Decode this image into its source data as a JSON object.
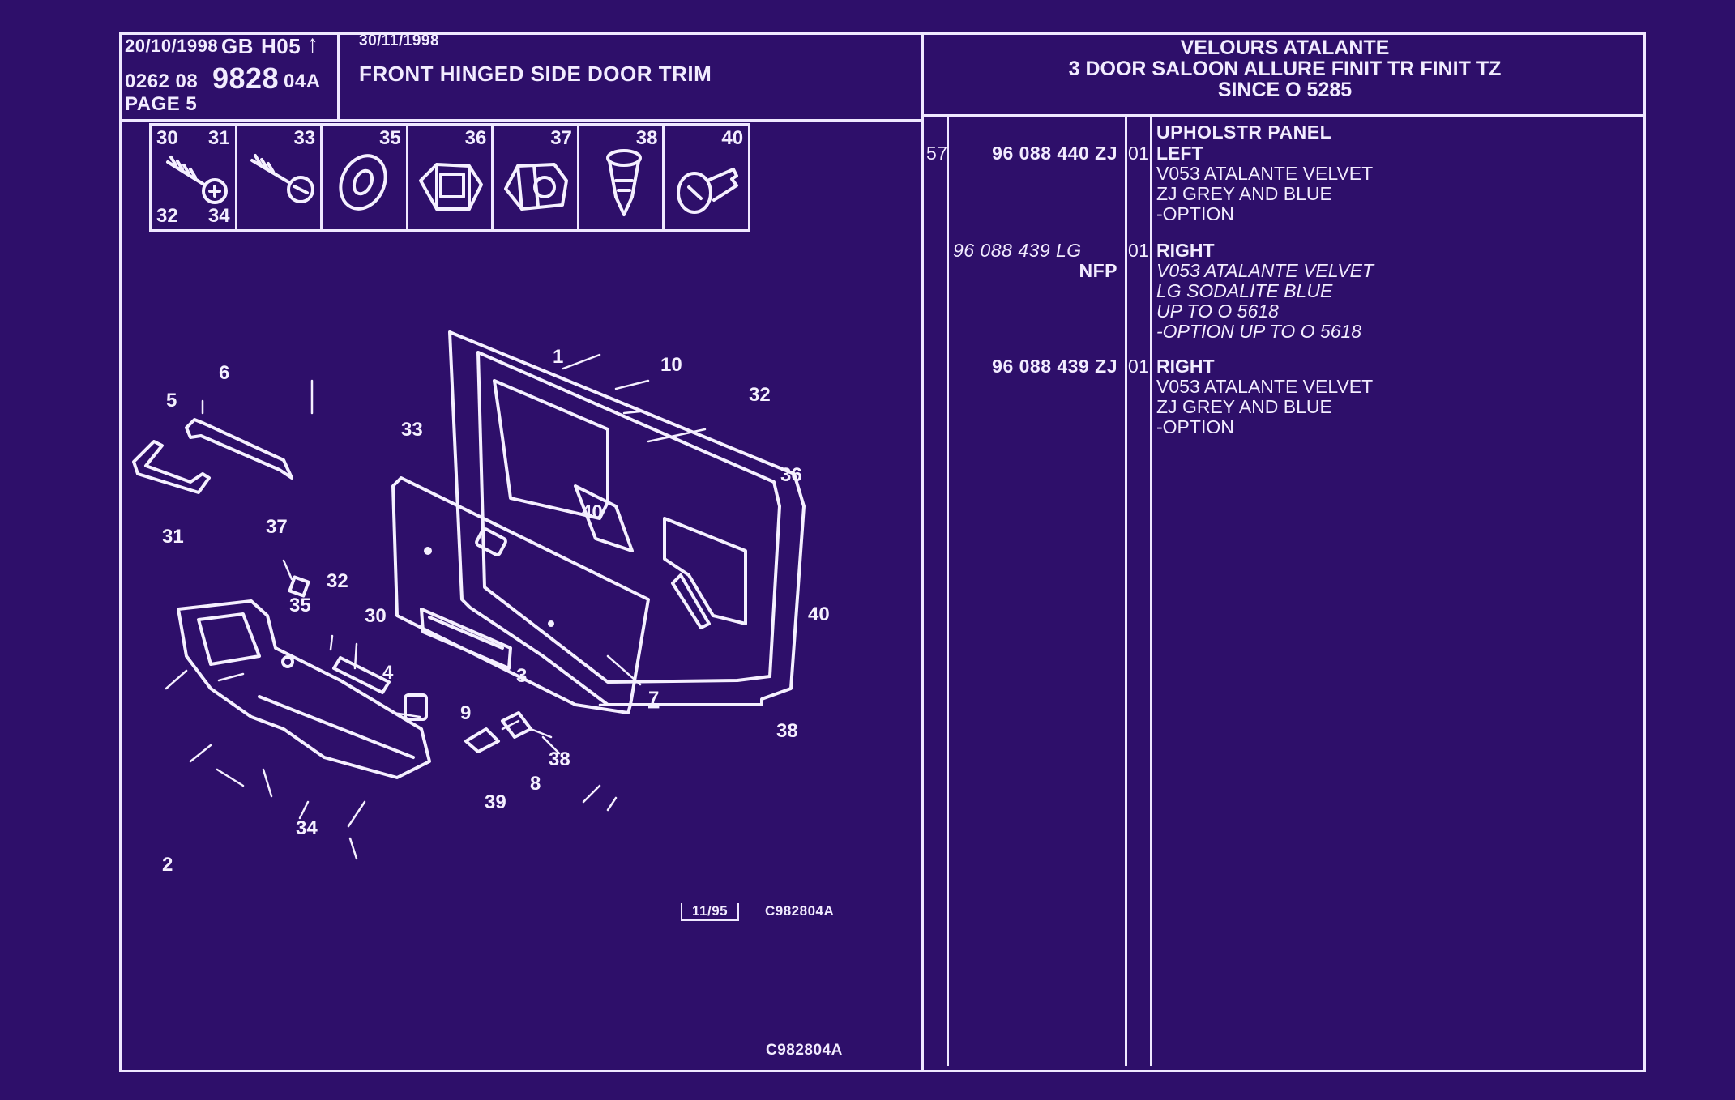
{
  "header": {
    "date1": "20/10/1998",
    "lang": "GB",
    "code": "H05",
    "arrow": "↑",
    "ref_prefix": "0262 08",
    "ref_main": "9828",
    "ref_suffix": "04A",
    "page": "PAGE 5",
    "date2": "30/11/1998",
    "section_title": "FRONT HINGED SIDE DOOR TRIM",
    "model_line1": "VELOURS ATALANTE",
    "model_line2": "3 DOOR SALOON ALLURE FINIT  TR FINIT  TZ",
    "model_line3": "SINCE O      5285"
  },
  "fastener_icons": [
    {
      "top_left": "30",
      "top_right": "31",
      "bottom_left": "32",
      "bottom_right": "34",
      "icon": "screw-icon"
    },
    {
      "top_left": "",
      "top_right": "33",
      "bottom_left": "",
      "bottom_right": "",
      "icon": "bolt-icon"
    },
    {
      "top_left": "",
      "top_right": "35",
      "bottom_left": "",
      "bottom_right": "",
      "icon": "washer-icon"
    },
    {
      "top_left": "",
      "top_right": "36",
      "bottom_left": "",
      "bottom_right": "",
      "icon": "clip-icon"
    },
    {
      "top_left": "",
      "top_right": "37",
      "bottom_left": "",
      "bottom_right": "",
      "icon": "nut-clip-icon"
    },
    {
      "top_left": "",
      "top_right": "38",
      "bottom_left": "",
      "bottom_right": "",
      "icon": "push-clip-icon"
    },
    {
      "top_left": "",
      "top_right": "40",
      "bottom_left": "",
      "bottom_right": "",
      "icon": "rivet-icon"
    }
  ],
  "diagram_callouts": [
    "1",
    "2",
    "3",
    "4",
    "5",
    "6",
    "7",
    "8",
    "9",
    "10",
    "30",
    "31",
    "32",
    "32",
    "33",
    "34",
    "35",
    "36",
    "37",
    "38",
    "38",
    "39",
    "40",
    "40"
  ],
  "stamp_date": "11/95",
  "drawing_ref": "C982804A",
  "drawing_ref_bottom": "C982804A",
  "parts": {
    "title": "UPHOLSTR PANEL",
    "item_no": "57",
    "rows": [
      {
        "ref": "96 088 440 ZJ",
        "qty": "01",
        "side": "LEFT",
        "italic": false,
        "lines": [
          "V053 ATALANTE VELVET",
          "ZJ GREY AND BLUE",
          "-OPTION"
        ],
        "nfp": ""
      },
      {
        "ref": "96 088 439 LG",
        "qty": "01",
        "side": "RIGHT",
        "italic": true,
        "lines": [
          "V053 ATALANTE VELVET",
          "LG SODALITE BLUE",
          "UP  TO  O  5618",
          "-OPTION UP  TO  O  5618"
        ],
        "nfp": "NFP"
      },
      {
        "ref": "96 088 439 ZJ",
        "qty": "01",
        "side": "RIGHT",
        "italic": false,
        "lines": [
          "V053 ATALANTE VELVET",
          "ZJ GREY AND BLUE",
          "-OPTION"
        ],
        "nfp": ""
      }
    ]
  }
}
